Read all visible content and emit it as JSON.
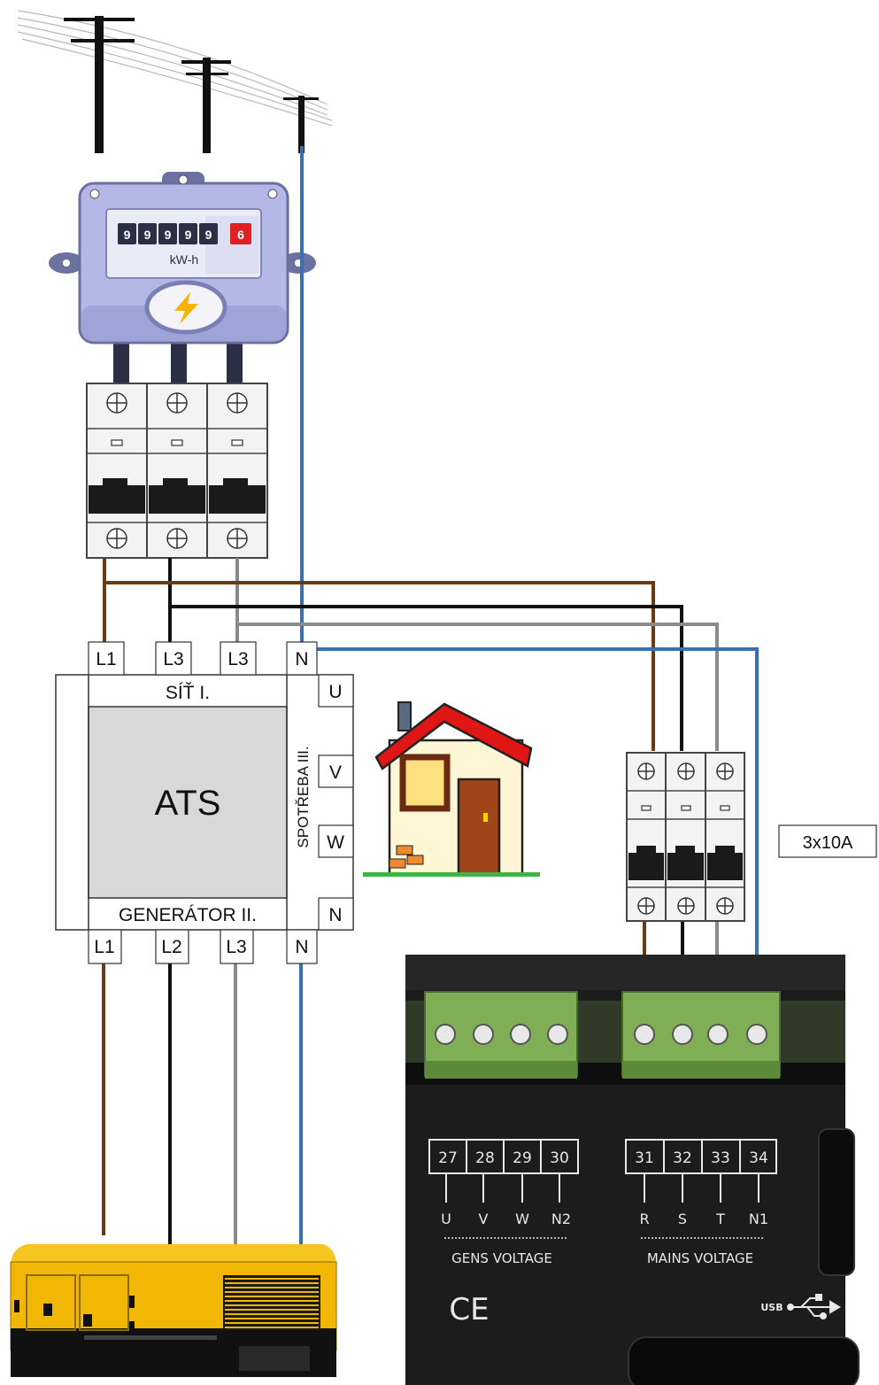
{
  "meter": {
    "digits": [
      "9",
      "9",
      "9",
      "9",
      "9",
      "6"
    ],
    "unit": "kW-h"
  },
  "ats": {
    "title": "ATS",
    "mains_label": "SÍŤ I.",
    "generator_label": "GENERÁTOR II.",
    "load_label": "SPOTŘEBA III.",
    "mains_terminals": [
      "L1",
      "L3",
      "L3",
      "N"
    ],
    "generator_terminals": [
      "L1",
      "L2",
      "L3",
      "N"
    ],
    "load_terminals": [
      "U",
      "V",
      "W",
      "N"
    ]
  },
  "breaker_label": "3x10A",
  "controller": {
    "gens_numbers": [
      "27",
      "28",
      "29",
      "30"
    ],
    "gens_letters": [
      "U",
      "V",
      "W",
      "N2"
    ],
    "gens_caption": "GENS VOLTAGE",
    "mains_numbers": [
      "31",
      "32",
      "33",
      "34"
    ],
    "mains_letters": [
      "R",
      "S",
      "T",
      "N1"
    ],
    "mains_caption": "MAINS VOLTAGE",
    "ce_mark": "CE",
    "usb_label": "USB"
  },
  "colors": {
    "l1": "#6b3a12",
    "l2": "#111111",
    "l3": "#8a8a8a",
    "n": "#3a6fb0",
    "generator_body": "#f2b705",
    "house_roof": "#e01616",
    "house_wall": "#fff6d6"
  }
}
